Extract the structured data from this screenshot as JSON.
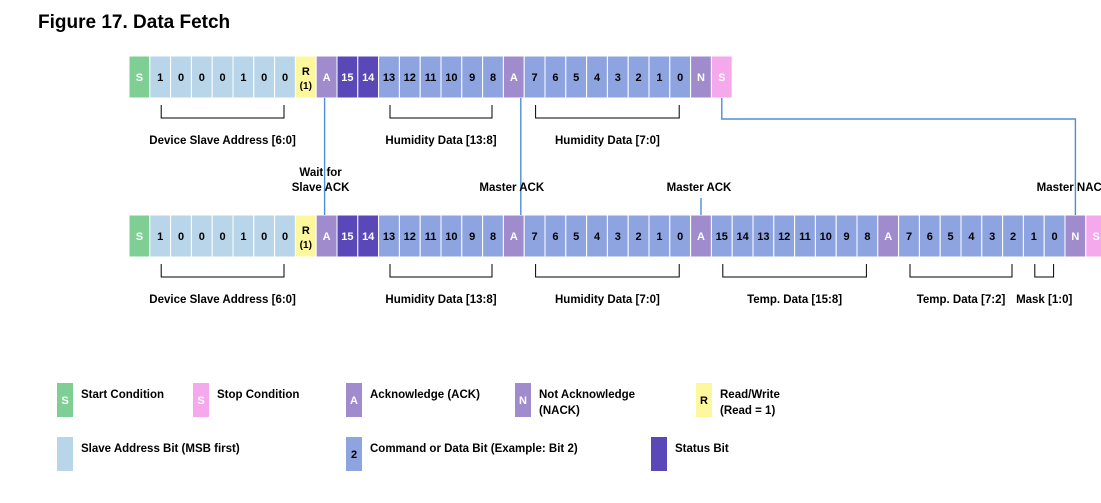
{
  "title": "Figure 17.  Data Fetch",
  "colors": {
    "start": "#7fcf94",
    "stop": "#f5a8eb",
    "ack": "#a08ccd",
    "nack": "#a08ccd",
    "rw": "#fdf79d",
    "address": "#b8d5e9",
    "data": "#8ea4e0",
    "status": "#5a48b8",
    "line": "#4d8fd6"
  },
  "row1": {
    "cells": [
      {
        "t": "S",
        "k": "start"
      },
      {
        "t": "1",
        "k": "address"
      },
      {
        "t": "0",
        "k": "address"
      },
      {
        "t": "0",
        "k": "address"
      },
      {
        "t": "0",
        "k": "address"
      },
      {
        "t": "1",
        "k": "address"
      },
      {
        "t": "0",
        "k": "address"
      },
      {
        "t": "0",
        "k": "address"
      },
      {
        "t": "R",
        "t2": "(1)",
        "k": "rw"
      },
      {
        "t": "A",
        "k": "ack"
      },
      {
        "t": "15",
        "k": "status"
      },
      {
        "t": "14",
        "k": "status"
      },
      {
        "t": "13",
        "k": "data"
      },
      {
        "t": "12",
        "k": "data"
      },
      {
        "t": "11",
        "k": "data"
      },
      {
        "t": "10",
        "k": "data"
      },
      {
        "t": "9",
        "k": "data"
      },
      {
        "t": "8",
        "k": "data"
      },
      {
        "t": "A",
        "k": "ack"
      },
      {
        "t": "7",
        "k": "data"
      },
      {
        "t": "6",
        "k": "data"
      },
      {
        "t": "5",
        "k": "data"
      },
      {
        "t": "4",
        "k": "data"
      },
      {
        "t": "3",
        "k": "data"
      },
      {
        "t": "2",
        "k": "data"
      },
      {
        "t": "1",
        "k": "data"
      },
      {
        "t": "0",
        "k": "data"
      },
      {
        "t": "N",
        "k": "nack"
      },
      {
        "t": "S",
        "k": "stop"
      }
    ],
    "brackets": [
      {
        "label": "Device Slave Address [6:0]",
        "from": 1,
        "to": 7
      },
      {
        "label": "Humidity Data [13:8]",
        "from": 12,
        "to": 17
      },
      {
        "label": "Humidity Data [7:0]",
        "from": 19,
        "to": 26
      }
    ]
  },
  "row2": {
    "cells": [
      {
        "t": "S",
        "k": "start"
      },
      {
        "t": "1",
        "k": "address"
      },
      {
        "t": "0",
        "k": "address"
      },
      {
        "t": "0",
        "k": "address"
      },
      {
        "t": "0",
        "k": "address"
      },
      {
        "t": "1",
        "k": "address"
      },
      {
        "t": "0",
        "k": "address"
      },
      {
        "t": "0",
        "k": "address"
      },
      {
        "t": "R",
        "t2": "(1)",
        "k": "rw"
      },
      {
        "t": "A",
        "k": "ack"
      },
      {
        "t": "15",
        "k": "status"
      },
      {
        "t": "14",
        "k": "status"
      },
      {
        "t": "13",
        "k": "data"
      },
      {
        "t": "12",
        "k": "data"
      },
      {
        "t": "11",
        "k": "data"
      },
      {
        "t": "10",
        "k": "data"
      },
      {
        "t": "9",
        "k": "data"
      },
      {
        "t": "8",
        "k": "data"
      },
      {
        "t": "A",
        "k": "ack"
      },
      {
        "t": "7",
        "k": "data"
      },
      {
        "t": "6",
        "k": "data"
      },
      {
        "t": "5",
        "k": "data"
      },
      {
        "t": "4",
        "k": "data"
      },
      {
        "t": "3",
        "k": "data"
      },
      {
        "t": "2",
        "k": "data"
      },
      {
        "t": "1",
        "k": "data"
      },
      {
        "t": "0",
        "k": "data"
      },
      {
        "t": "A",
        "k": "ack"
      },
      {
        "t": "15",
        "k": "data"
      },
      {
        "t": "14",
        "k": "data"
      },
      {
        "t": "13",
        "k": "data"
      },
      {
        "t": "12",
        "k": "data"
      },
      {
        "t": "11",
        "k": "data"
      },
      {
        "t": "10",
        "k": "data"
      },
      {
        "t": "9",
        "k": "data"
      },
      {
        "t": "8",
        "k": "data"
      },
      {
        "t": "A",
        "k": "ack"
      },
      {
        "t": "7",
        "k": "data"
      },
      {
        "t": "6",
        "k": "data"
      },
      {
        "t": "5",
        "k": "data"
      },
      {
        "t": "4",
        "k": "data"
      },
      {
        "t": "3",
        "k": "data"
      },
      {
        "t": "2",
        "k": "data"
      },
      {
        "t": "1",
        "k": "data"
      },
      {
        "t": "0",
        "k": "data"
      },
      {
        "t": "N",
        "k": "nack"
      },
      {
        "t": "S",
        "k": "stop"
      }
    ],
    "brackets": [
      {
        "label": "Device Slave Address [6:0]",
        "from": 1,
        "to": 7
      },
      {
        "label": "Humidity Data [13:8]",
        "from": 12,
        "to": 17
      },
      {
        "label": "Humidity Data [7:0]",
        "from": 19,
        "to": 26
      },
      {
        "label": "Temp. Data [15:8]",
        "from": 28,
        "to": 35
      },
      {
        "label": "Temp. Data [7:2]",
        "from": 37,
        "to": 42
      },
      {
        "label": "Mask [1:0]",
        "from": 43,
        "to": 44
      }
    ]
  },
  "annotations": [
    {
      "text": "Wait for",
      "text2": "Slave ACK",
      "cell": 9
    },
    {
      "text": "Master ACK",
      "cell": 18
    },
    {
      "text": "Master ACK",
      "cell": 27
    },
    {
      "text": "Master NACK",
      "cell": 45
    }
  ],
  "legend": [
    {
      "sym": "S",
      "k": "start",
      "label": "Start Condition"
    },
    {
      "sym": "S",
      "k": "stop",
      "label": "Stop Condition"
    },
    {
      "sym": "A",
      "k": "ack",
      "label": "Acknowledge (ACK)"
    },
    {
      "sym": "N",
      "k": "nack",
      "label": "Not Acknowledge",
      "label2": "(NACK)"
    },
    {
      "sym": "R",
      "k": "rw",
      "label": "Read/Write",
      "label2": "(Read = 1)"
    },
    {
      "sym": "",
      "k": "address",
      "label": "Slave Address Bit (MSB first)"
    },
    {
      "sym": "2",
      "k": "data",
      "label": "Command or Data Bit (Example: Bit 2)"
    },
    {
      "sym": "",
      "k": "status",
      "label": "Status Bit"
    }
  ]
}
